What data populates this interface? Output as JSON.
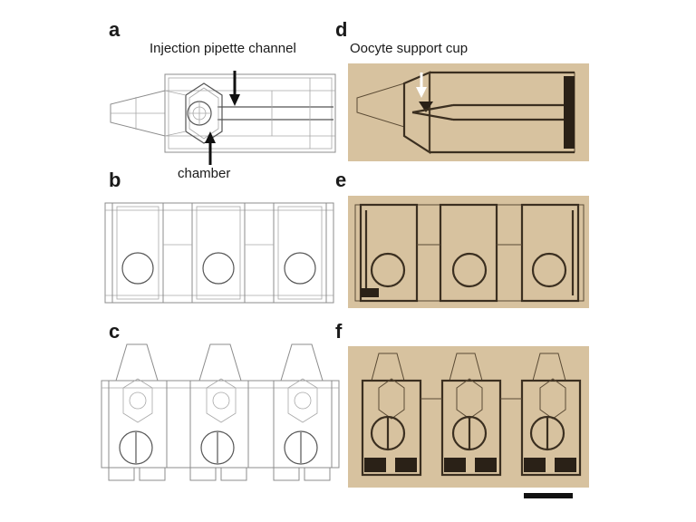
{
  "panels": {
    "a": "a",
    "b": "b",
    "c": "c",
    "d": "d",
    "e": "e",
    "f": "f"
  },
  "labels": {
    "injection_pipette_channel": "Injection pipette channel",
    "chamber": "chamber",
    "oocyte_support_cup": "Oocyte support cup"
  },
  "colors": {
    "drawing_line": "#8c8c8c",
    "photo_background": "#d7c29f",
    "photo_dark": "#3b2f20",
    "arrow": "#111111",
    "white_arrow": "#ffffff"
  }
}
